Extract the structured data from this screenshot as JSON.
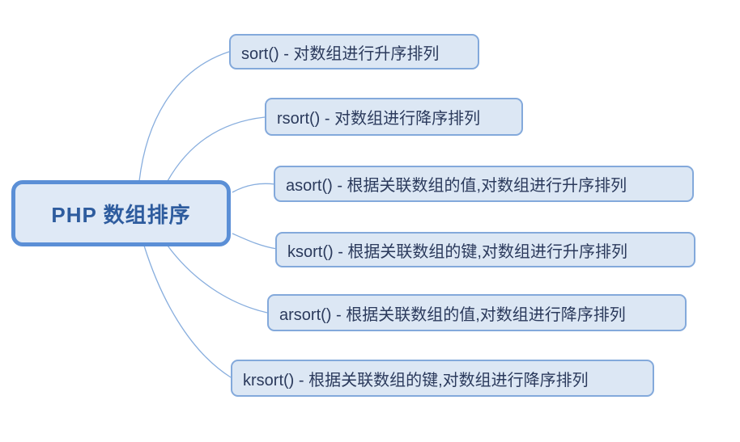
{
  "diagram": {
    "type": "mindmap",
    "root": {
      "label": "PHP 数组排序"
    },
    "branches": [
      {
        "id": "sort",
        "label": "sort() - 对数组进行升序排列"
      },
      {
        "id": "rsort",
        "label": "rsort() - 对数组进行降序排列"
      },
      {
        "id": "asort",
        "label": "asort() - 根据关联数组的值,对数组进行升序排列"
      },
      {
        "id": "ksort",
        "label": "ksort() - 根据关联数组的键,对数组进行升序排列"
      },
      {
        "id": "arsort",
        "label": "arsort() - 根据关联数组的值,对数组进行降序排列"
      },
      {
        "id": "krsort",
        "label": "krsort() - 根据关联数组的键,对数组进行降序排列"
      }
    ],
    "colors": {
      "background": "#ffffff",
      "root_fill": "#dfe9f6",
      "root_border": "#5b8fd6",
      "root_text": "#2e5c9e",
      "branch_fill": "#dce7f4",
      "branch_border": "#83a9db",
      "branch_text": "#2b3a5c",
      "connector": "#88aede"
    }
  }
}
